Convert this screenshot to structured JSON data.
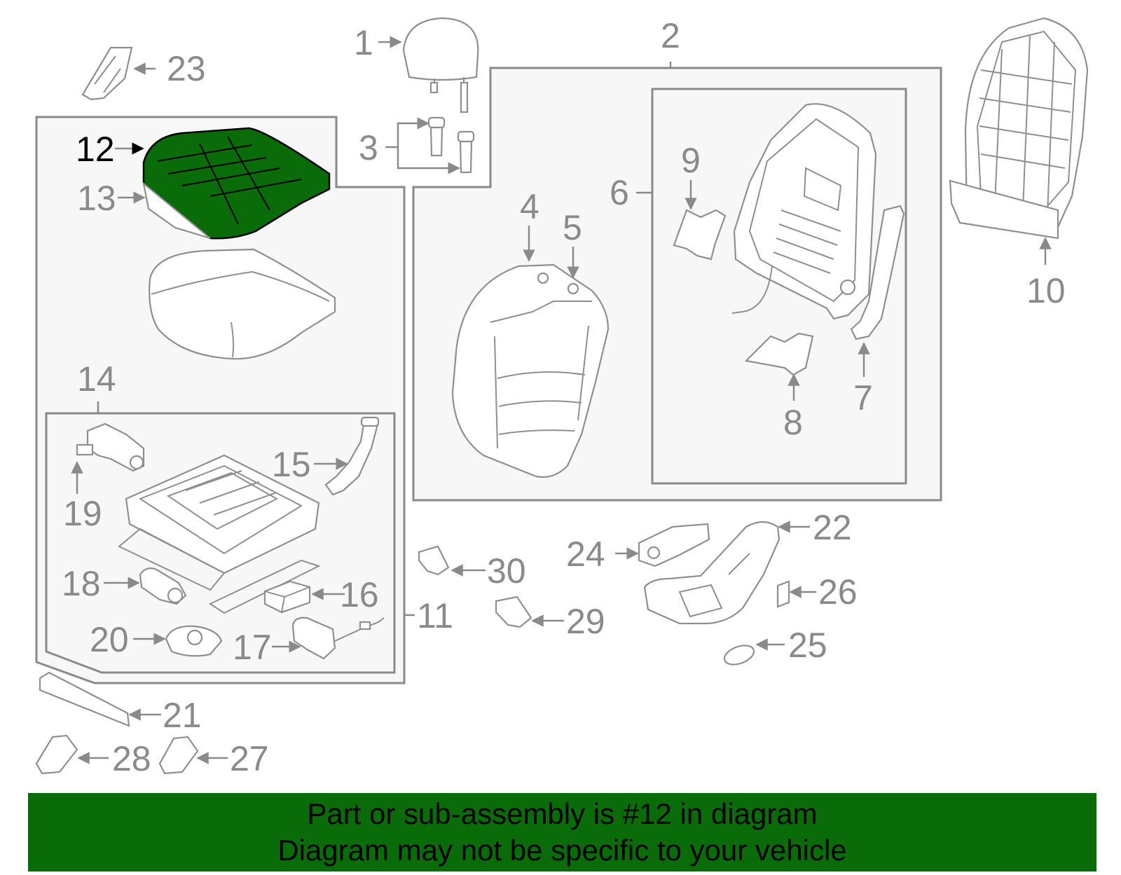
{
  "diagram": {
    "highlight_color": "#0a6b09",
    "callouts": [
      "1",
      "2",
      "3",
      "4",
      "5",
      "6",
      "7",
      "8",
      "9",
      "10",
      "11",
      "12",
      "13",
      "14",
      "15",
      "16",
      "17",
      "18",
      "19",
      "20",
      "21",
      "22",
      "23",
      "24",
      "25",
      "26",
      "27",
      "28",
      "29",
      "30"
    ],
    "highlighted": "12"
  },
  "banner": {
    "line1": "Part or sub-assembly is #12 in diagram",
    "line2": "Diagram may not be specific to your vehicle"
  }
}
